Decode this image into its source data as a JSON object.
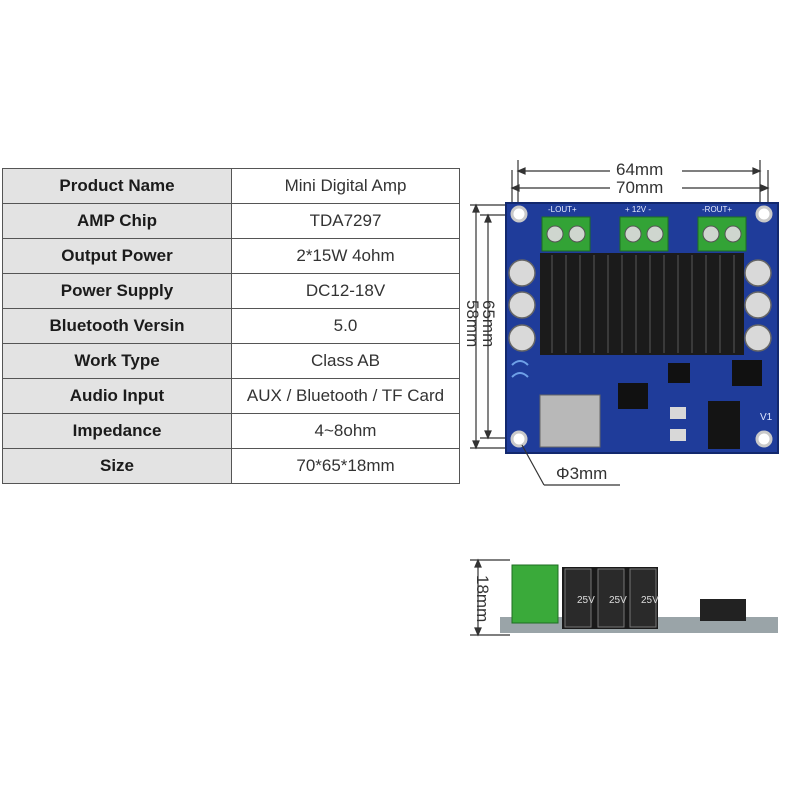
{
  "spec_rows": [
    {
      "label": "Product Name",
      "value": "Mini Digital Amp"
    },
    {
      "label": "AMP Chip",
      "value": "TDA7297"
    },
    {
      "label": "Output Power",
      "value": "2*15W 4ohm"
    },
    {
      "label": "Power Supply",
      "value": "DC12-18V"
    },
    {
      "label": "Bluetooth Versin",
      "value": "5.0"
    },
    {
      "label": "Work Type",
      "value": "Class AB"
    },
    {
      "label": "Audio Input",
      "value": "AUX / Bluetooth / TF Card"
    },
    {
      "label": "Impedance",
      "value": "4~8ohm"
    },
    {
      "label": "Size",
      "value": "70*65*18mm"
    }
  ],
  "dimensions": {
    "inner_width": "64mm",
    "outer_width": "70mm",
    "outer_height": "65mm",
    "inner_height": "58mm",
    "hole_diameter": "Φ3mm",
    "thickness": "18mm"
  },
  "board": {
    "version_mark": "V1",
    "terminal_left": "-LOUT+",
    "terminal_mid": "+ 12V -",
    "terminal_right": "-ROUT+",
    "capacitor_rating": "25V"
  }
}
